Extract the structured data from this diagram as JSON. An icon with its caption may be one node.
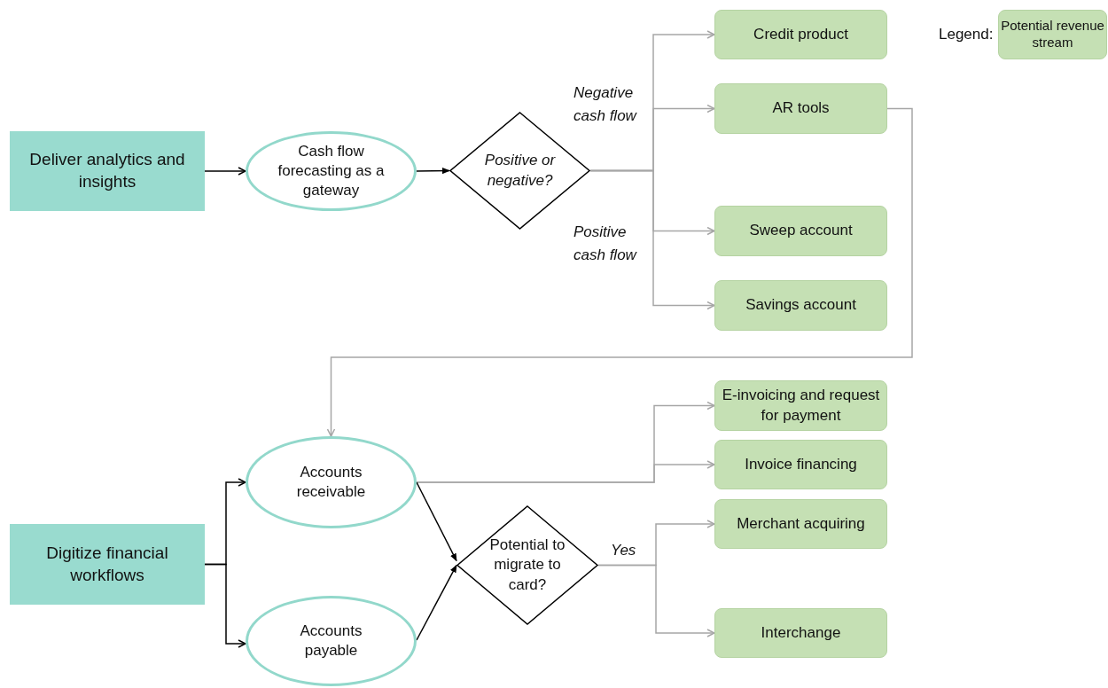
{
  "diagram": {
    "nodes": [
      {
        "text": [
          "Deliver analytics and insights"
        ]
      },
      {
        "text": [
          "Cash flow forecasting as a  gateway"
        ]
      },
      {
        "text": [
          "Positive or negative?"
        ]
      },
      {
        "text": [
          "Credit product"
        ]
      },
      {
        "text": [
          "AR tools"
        ]
      },
      {
        "text": [
          "Sweep account"
        ]
      },
      {
        "text": [
          "Savings account"
        ]
      },
      {
        "text": [
          "Digitize financial workflows"
        ]
      },
      {
        "text": [
          "Accounts receivable"
        ]
      },
      {
        "text": [
          "Accounts payable"
        ]
      },
      {
        "text": [
          "Potential to migrate to card?"
        ]
      },
      {
        "text": [
          "E-invoicing and request for payment"
        ]
      },
      {
        "text": [
          "Invoice financing"
        ]
      },
      {
        "text": [
          "Merchant acquiring"
        ]
      },
      {
        "text": [
          "Interchange"
        ]
      }
    ],
    "edges": [
      {
        "from": 0,
        "to": 1,
        "arrow": "to",
        "color": "#000000"
      },
      {
        "from": 1,
        "to": 2,
        "arrow": "to",
        "color": "#000000"
      },
      {
        "from": 2,
        "to": 3,
        "arrow": "to"
      },
      {
        "from": 2,
        "to": 4,
        "arrow": "to"
      },
      {
        "from": 2,
        "to": 5,
        "arrow": "to"
      },
      {
        "from": 2,
        "to": 6,
        "arrow": "to"
      },
      {
        "from": 4,
        "to": 8,
        "arrow": "to"
      },
      {
        "from": 7,
        "to": 8,
        "arrow": "to",
        "color": "#000000"
      },
      {
        "from": 7,
        "to": 9,
        "arrow": "to",
        "color": "#000000"
      },
      {
        "from": 8,
        "to": 11,
        "arrow": "to"
      },
      {
        "from": 8,
        "to": 12,
        "arrow": "to"
      },
      {
        "from": 8,
        "to": 10,
        "arrow": "to",
        "color": "#000000"
      },
      {
        "from": 9,
        "to": 10,
        "arrow": "to",
        "color": "#000000"
      },
      {
        "from": 10,
        "to": 13,
        "arrow": "to"
      },
      {
        "from": 10,
        "to": 14,
        "arrow": "to"
      }
    ],
    "labels": [
      "Legend:",
      "Negative cash flow",
      "Positive cash flow",
      "Yes"
    ],
    "legend": [
      {
        "text": "Potential revenue stream",
        "color": "#c5e0b4"
      }
    ]
  }
}
